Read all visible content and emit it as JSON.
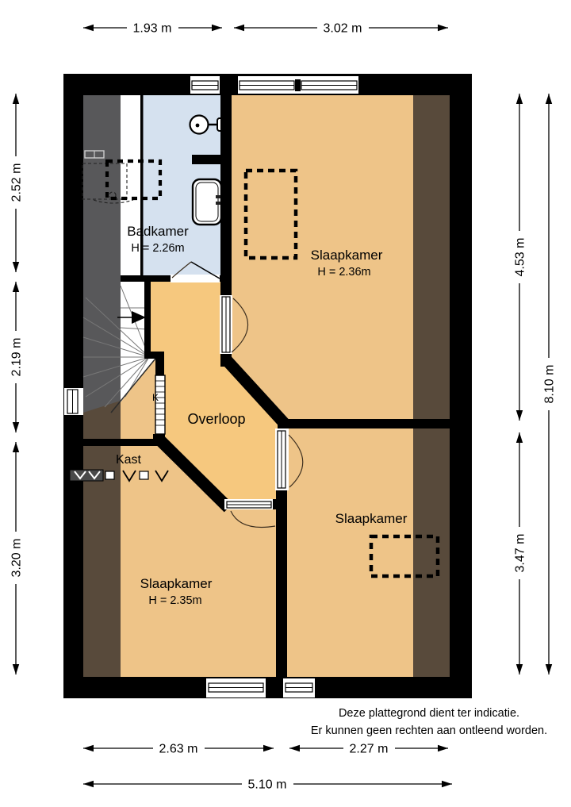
{
  "rooms": {
    "badkamer": {
      "label": "Badkamer",
      "height": "H = 2.26m"
    },
    "slaapkamer_top": {
      "label": "Slaapkamer",
      "height": "H = 2.36m"
    },
    "overloop": {
      "label": "Overloop"
    },
    "kast": {
      "label": "Kast",
      "k_marker": "K"
    },
    "slaapkamer_left": {
      "label": "Slaapkamer",
      "height": "H = 2.35m"
    },
    "slaapkamer_right": {
      "label": "Slaapkamer"
    }
  },
  "dimensions": {
    "top": {
      "left": "1.93 m",
      "right": "3.02 m"
    },
    "bottom": {
      "left": "2.63 m",
      "right": "2.27 m",
      "total": "5.10 m"
    },
    "left": {
      "top": "2.52 m",
      "middle": "2.19 m",
      "bottom": "3.20 m"
    },
    "right": {
      "top": "4.53 m",
      "bottom": "3.47 m",
      "total": "8.10 m"
    }
  },
  "disclaimer": {
    "line1": "Deze plattegrond dient ter indicatie.",
    "line2": "Er kunnen geen rechten aan ontleend worden."
  },
  "colors": {
    "wall": "#000000",
    "floor": "#eec488",
    "floor_overloop": "#f6c87e",
    "bathroom_floor": "#d5e1ef",
    "roof_strip": "#584a3b",
    "stair_area": "#58585a"
  }
}
